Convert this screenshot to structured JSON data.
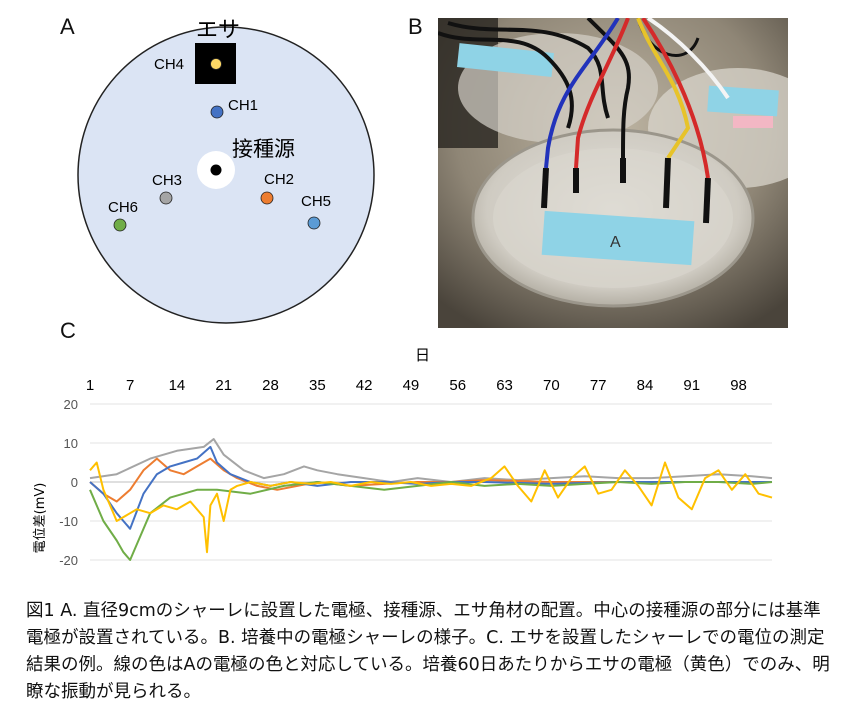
{
  "panels": {
    "a": "A",
    "b": "B",
    "c": "C"
  },
  "diagram": {
    "bait_label": "エサ",
    "source_label": "接種源",
    "dish_color": "#dbe4f4",
    "channels": [
      {
        "name": "CH1",
        "color": "#4472c4"
      },
      {
        "name": "CH2",
        "color": "#ed7d31"
      },
      {
        "name": "CH3",
        "color": "#a5a5a5"
      },
      {
        "name": "CH4",
        "color": "#ffd966"
      },
      {
        "name": "CH5",
        "color": "#5b9bd5"
      },
      {
        "name": "CH6",
        "color": "#70ad47"
      }
    ]
  },
  "photo": {
    "label_text": "A"
  },
  "chart_data": {
    "type": "line",
    "title": "",
    "xlabel": "日",
    "ylabel": "電位差(mV)",
    "x_ticks": [
      1,
      7,
      14,
      21,
      28,
      35,
      42,
      49,
      56,
      63,
      70,
      77,
      84,
      91,
      98
    ],
    "y_ticks": [
      20,
      10,
      0,
      -10,
      -20
    ],
    "xlim": [
      1,
      103
    ],
    "ylim": [
      -20,
      20
    ],
    "series": [
      {
        "color": "#a5a5a5",
        "x": [
          1,
          5,
          10,
          14,
          18,
          19.5,
          21,
          24,
          27,
          30,
          33,
          35,
          38,
          42,
          46,
          50,
          55,
          60,
          65,
          70,
          75,
          80,
          85,
          90,
          95,
          100,
          103
        ],
        "y": [
          1,
          2,
          6,
          8,
          9,
          11,
          7,
          3,
          1,
          2,
          4,
          3,
          2,
          1,
          0,
          1,
          0,
          1,
          0.5,
          1,
          1.5,
          1,
          1,
          1.5,
          2,
          1.5,
          1
        ]
      },
      {
        "color": "#ed7d31",
        "x": [
          1,
          3,
          5,
          7,
          9,
          11,
          13,
          15,
          17,
          19,
          21,
          23,
          26,
          29,
          32,
          35,
          40,
          45,
          50,
          55,
          60,
          70,
          80,
          90,
          100,
          103
        ],
        "y": [
          0,
          -3,
          -5,
          -2,
          3,
          6,
          3,
          2,
          4,
          6,
          3,
          1,
          -1,
          -2,
          -1,
          0,
          -1,
          -0.5,
          0,
          0,
          0.5,
          0,
          0,
          0,
          0,
          0
        ]
      },
      {
        "color": "#4472c4",
        "x": [
          1,
          3,
          5,
          7,
          9,
          11,
          13,
          15,
          17,
          19,
          20,
          22,
          25,
          28,
          31,
          35,
          40,
          45,
          50,
          55,
          60,
          70,
          80,
          90,
          100,
          103
        ],
        "y": [
          0,
          -3,
          -8,
          -12,
          -3,
          2,
          4,
          5,
          6,
          9,
          5,
          2,
          0,
          -1,
          0,
          -1,
          0,
          0,
          -0.5,
          0,
          0,
          -0.5,
          0,
          0,
          0,
          0
        ]
      },
      {
        "color": "#70ad47",
        "x": [
          1,
          3,
          5,
          6,
          7,
          8,
          10,
          13,
          17,
          20,
          25,
          30,
          35,
          40,
          45,
          50,
          55,
          60,
          65,
          70,
          75,
          80,
          85,
          90,
          95,
          100,
          103
        ],
        "y": [
          -2,
          -10,
          -15,
          -18,
          -20,
          -16,
          -8,
          -4,
          -2,
          -2,
          -3,
          -1,
          0,
          -1,
          -2,
          -1,
          0,
          -1,
          -0.5,
          -1,
          -0.5,
          0,
          -0.5,
          0,
          0,
          -0.5,
          0
        ]
      },
      {
        "color": "#ffc000",
        "x": [
          1,
          2,
          3,
          4,
          5,
          6,
          8,
          10,
          12,
          14,
          16,
          18,
          18.5,
          19,
          20,
          21,
          22,
          23,
          25,
          28,
          31,
          34,
          37,
          40,
          43,
          46,
          49,
          52,
          55,
          58,
          61,
          63,
          65,
          67,
          69,
          71,
          73,
          75,
          77,
          79,
          81,
          83,
          85,
          87,
          89,
          91,
          93,
          95,
          97,
          99,
          101,
          103
        ],
        "y": [
          3,
          5,
          -2,
          -6,
          -10,
          -9,
          -7,
          -8,
          -6,
          -7,
          -5,
          -9,
          -18,
          -6,
          -3,
          -10,
          -2,
          -1,
          0,
          -1,
          0,
          -0.5,
          0,
          -1,
          0,
          -0.5,
          0,
          -1,
          -0.5,
          -1,
          1,
          4,
          -1,
          -5,
          3,
          -4,
          1,
          4,
          -3,
          -2,
          3,
          -1,
          -6,
          5,
          -4,
          -7,
          1,
          3,
          -2,
          2,
          -3,
          -4
        ]
      }
    ]
  },
  "caption": {
    "text": "図1 A. 直径9cmのシャーレに設置した電極、接種源、エサ角材の配置。中心の接種源の部分には基準電極が設置されている。B. 培養中の電極シャーレの様子。C. エサを設置したシャーレでの電位の測定結果の例。線の色はAの電極の色と対応している。培養60日あたりからエサの電極（黄色）でのみ、明瞭な振動が見られる。"
  }
}
